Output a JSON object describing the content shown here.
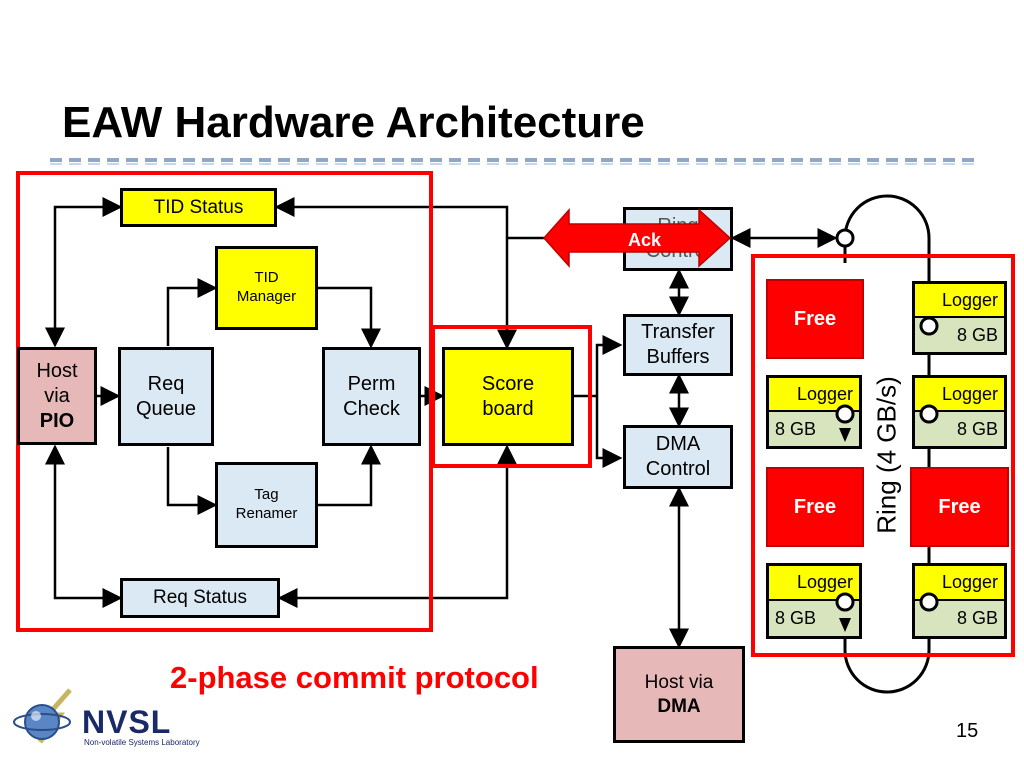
{
  "title": "EAW Hardware Architecture",
  "blocks": {
    "tid_status": "TID Status",
    "tid_manager": [
      "TID",
      "Manager"
    ],
    "host_pio": [
      "Host",
      "via",
      "PIO"
    ],
    "req_queue": [
      "Req",
      "Queue"
    ],
    "perm_check": [
      "Perm",
      "Check"
    ],
    "tag_renamer": [
      "Tag",
      "Renamer"
    ],
    "req_status": "Req Status",
    "scoreboard": [
      "Score",
      "board"
    ],
    "ring_control": [
      "Ring",
      "Control"
    ],
    "ack": "Ack",
    "transfer_buffers": [
      "Transfer",
      "Buffers"
    ],
    "dma_control": [
      "DMA",
      "Control"
    ],
    "host_dma": [
      "Host via",
      "DMA"
    ]
  },
  "ring": {
    "label": "Ring (4 GB/s)",
    "free": "Free",
    "logger": "Logger",
    "capacity": "8 GB"
  },
  "caption": "2-phase commit protocol",
  "page_number": "15",
  "logo": {
    "name": "NVSL",
    "subtitle": "Non-volatile Systems Laboratory"
  },
  "colors": {
    "highlight": "#ff0000",
    "yellow": "#ffff00",
    "light_blue": "#dbe9f4",
    "pink": "#e6b9b8",
    "green": "#d7e4bd"
  }
}
